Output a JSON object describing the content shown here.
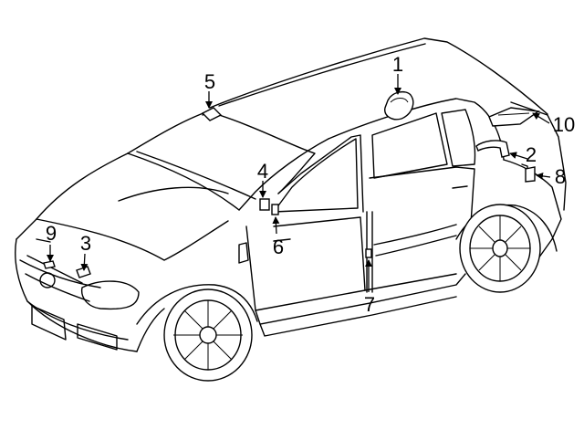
{
  "callouts": [
    {
      "id": "1",
      "label": "1"
    },
    {
      "id": "2",
      "label": "2"
    },
    {
      "id": "3",
      "label": "3"
    },
    {
      "id": "4",
      "label": "4"
    },
    {
      "id": "5",
      "label": "5"
    },
    {
      "id": "6",
      "label": "6"
    },
    {
      "id": "7",
      "label": "7"
    },
    {
      "id": "8",
      "label": "8"
    },
    {
      "id": "9",
      "label": "9"
    },
    {
      "id": "10",
      "label": "10"
    }
  ],
  "colors": {
    "stroke": "#000000",
    "background": "#ffffff"
  }
}
